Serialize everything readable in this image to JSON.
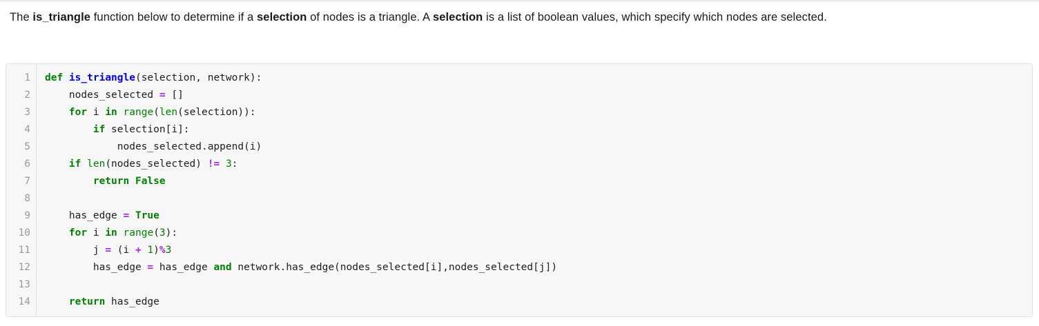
{
  "paragraph": {
    "segments": [
      {
        "text": "The ",
        "bold": false
      },
      {
        "text": "is_triangle",
        "bold": true
      },
      {
        "text": " function below to determine if a ",
        "bold": false
      },
      {
        "text": "selection",
        "bold": true
      },
      {
        "text": " of nodes is a triangle. A ",
        "bold": false
      },
      {
        "text": "selection",
        "bold": true
      },
      {
        "text": " is a list of boolean values, which specify which nodes are selected.",
        "bold": false
      }
    ],
    "plain_text": "The is_triangle function below to determine if a selection of nodes is a triangle. A selection is a list of boolean values, which specify which nodes are selected."
  },
  "code_block": {
    "language": "python",
    "line_numbers": [
      "1",
      "2",
      "3",
      "4",
      "5",
      "6",
      "7",
      "8",
      "9",
      "10",
      "11",
      "12",
      "13",
      "14"
    ],
    "lines": [
      {
        "number": "1",
        "text": "def is_triangle(selection, network):",
        "tokens": [
          {
            "t": "def",
            "c": "k"
          },
          {
            "t": " ",
            "c": "n"
          },
          {
            "t": "is_triangle",
            "c": "nf"
          },
          {
            "t": "(selection, network):",
            "c": "n"
          }
        ]
      },
      {
        "number": "2",
        "text": "    nodes_selected = []",
        "tokens": [
          {
            "t": "    nodes_selected ",
            "c": "n"
          },
          {
            "t": "=",
            "c": "o"
          },
          {
            "t": " []",
            "c": "n"
          }
        ]
      },
      {
        "number": "3",
        "text": "    for i in range(len(selection)):",
        "tokens": [
          {
            "t": "    ",
            "c": "n"
          },
          {
            "t": "for",
            "c": "k"
          },
          {
            "t": " i ",
            "c": "n"
          },
          {
            "t": "in",
            "c": "k"
          },
          {
            "t": " ",
            "c": "n"
          },
          {
            "t": "range",
            "c": "nb"
          },
          {
            "t": "(",
            "c": "n"
          },
          {
            "t": "len",
            "c": "nb"
          },
          {
            "t": "(selection)):",
            "c": "n"
          }
        ]
      },
      {
        "number": "4",
        "text": "        if selection[i]:",
        "tokens": [
          {
            "t": "        ",
            "c": "n"
          },
          {
            "t": "if",
            "c": "k"
          },
          {
            "t": " selection[i]:",
            "c": "n"
          }
        ]
      },
      {
        "number": "5",
        "text": "            nodes_selected.append(i)",
        "tokens": [
          {
            "t": "            nodes_selected.append(i)",
            "c": "n"
          }
        ]
      },
      {
        "number": "6",
        "text": "    if len(nodes_selected) != 3:",
        "tokens": [
          {
            "t": "    ",
            "c": "n"
          },
          {
            "t": "if",
            "c": "k"
          },
          {
            "t": " ",
            "c": "n"
          },
          {
            "t": "len",
            "c": "nb"
          },
          {
            "t": "(nodes_selected) ",
            "c": "n"
          },
          {
            "t": "!=",
            "c": "o"
          },
          {
            "t": " ",
            "c": "n"
          },
          {
            "t": "3",
            "c": "mi"
          },
          {
            "t": ":",
            "c": "n"
          }
        ]
      },
      {
        "number": "7",
        "text": "        return False",
        "tokens": [
          {
            "t": "        ",
            "c": "n"
          },
          {
            "t": "return",
            "c": "k"
          },
          {
            "t": " ",
            "c": "n"
          },
          {
            "t": "False",
            "c": "kc"
          }
        ]
      },
      {
        "number": "8",
        "text": "",
        "tokens": []
      },
      {
        "number": "9",
        "text": "    has_edge = True",
        "tokens": [
          {
            "t": "    has_edge ",
            "c": "n"
          },
          {
            "t": "=",
            "c": "o"
          },
          {
            "t": " ",
            "c": "n"
          },
          {
            "t": "True",
            "c": "kc"
          }
        ]
      },
      {
        "number": "10",
        "text": "    for i in range(3):",
        "tokens": [
          {
            "t": "    ",
            "c": "n"
          },
          {
            "t": "for",
            "c": "k"
          },
          {
            "t": " i ",
            "c": "n"
          },
          {
            "t": "in",
            "c": "k"
          },
          {
            "t": " ",
            "c": "n"
          },
          {
            "t": "range",
            "c": "nb"
          },
          {
            "t": "(",
            "c": "n"
          },
          {
            "t": "3",
            "c": "mi"
          },
          {
            "t": "):",
            "c": "n"
          }
        ]
      },
      {
        "number": "11",
        "text": "        j = (i + 1)%3",
        "tokens": [
          {
            "t": "        j ",
            "c": "n"
          },
          {
            "t": "=",
            "c": "o"
          },
          {
            "t": " (i ",
            "c": "n"
          },
          {
            "t": "+",
            "c": "o"
          },
          {
            "t": " ",
            "c": "n"
          },
          {
            "t": "1",
            "c": "mi"
          },
          {
            "t": ")",
            "c": "n"
          },
          {
            "t": "%",
            "c": "o"
          },
          {
            "t": "3",
            "c": "mi"
          }
        ]
      },
      {
        "number": "12",
        "text": "        has_edge = has_edge and network.has_edge(nodes_selected[i],nodes_selected[j])",
        "tokens": [
          {
            "t": "        has_edge ",
            "c": "n"
          },
          {
            "t": "=",
            "c": "o"
          },
          {
            "t": " has_edge ",
            "c": "n"
          },
          {
            "t": "and",
            "c": "k"
          },
          {
            "t": " network.has_edge(nodes_selected[i],nodes_selected[j])",
            "c": "n"
          }
        ]
      },
      {
        "number": "13",
        "text": "",
        "tokens": []
      },
      {
        "number": "14",
        "text": "    return has_edge",
        "tokens": [
          {
            "t": "    ",
            "c": "n"
          },
          {
            "t": "return",
            "c": "k"
          },
          {
            "t": " has_edge",
            "c": "n"
          }
        ]
      }
    ]
  },
  "colors": {
    "page_background": "#ffffff",
    "code_background": "#f7f7f7",
    "code_border": "#e3e3e3",
    "gutter_text": "#9a9a9a",
    "gutter_divider": "#dedede",
    "text": "#1a1a1a",
    "keyword": "#007f00",
    "function_name": "#0000f0",
    "builtin": "#007f00",
    "operator": "#a327e0",
    "number": "#007f00"
  }
}
